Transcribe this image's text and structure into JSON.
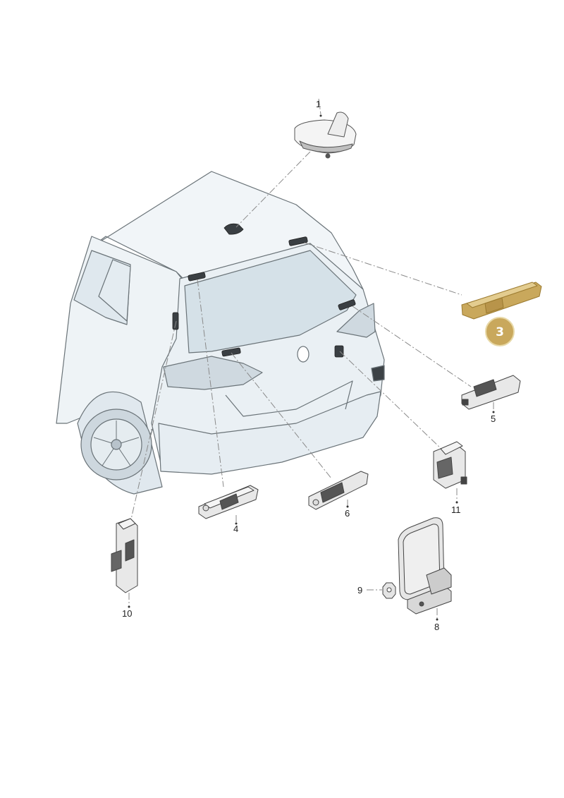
{
  "diagram": {
    "callouts": {
      "p1": "1",
      "p3": "3",
      "p4": "4",
      "p5": "5",
      "p6": "6",
      "p8": "8",
      "p9": "9",
      "p10": "10",
      "p11": "11"
    },
    "highlight_color": "#c9a85c",
    "highlight_ring_color": "#e8d9a8",
    "outline_color": "#555555",
    "car_fill_color": "#eef3f6",
    "glass_color": "#d5e1e8",
    "leader_color": "#8a8a8a"
  }
}
